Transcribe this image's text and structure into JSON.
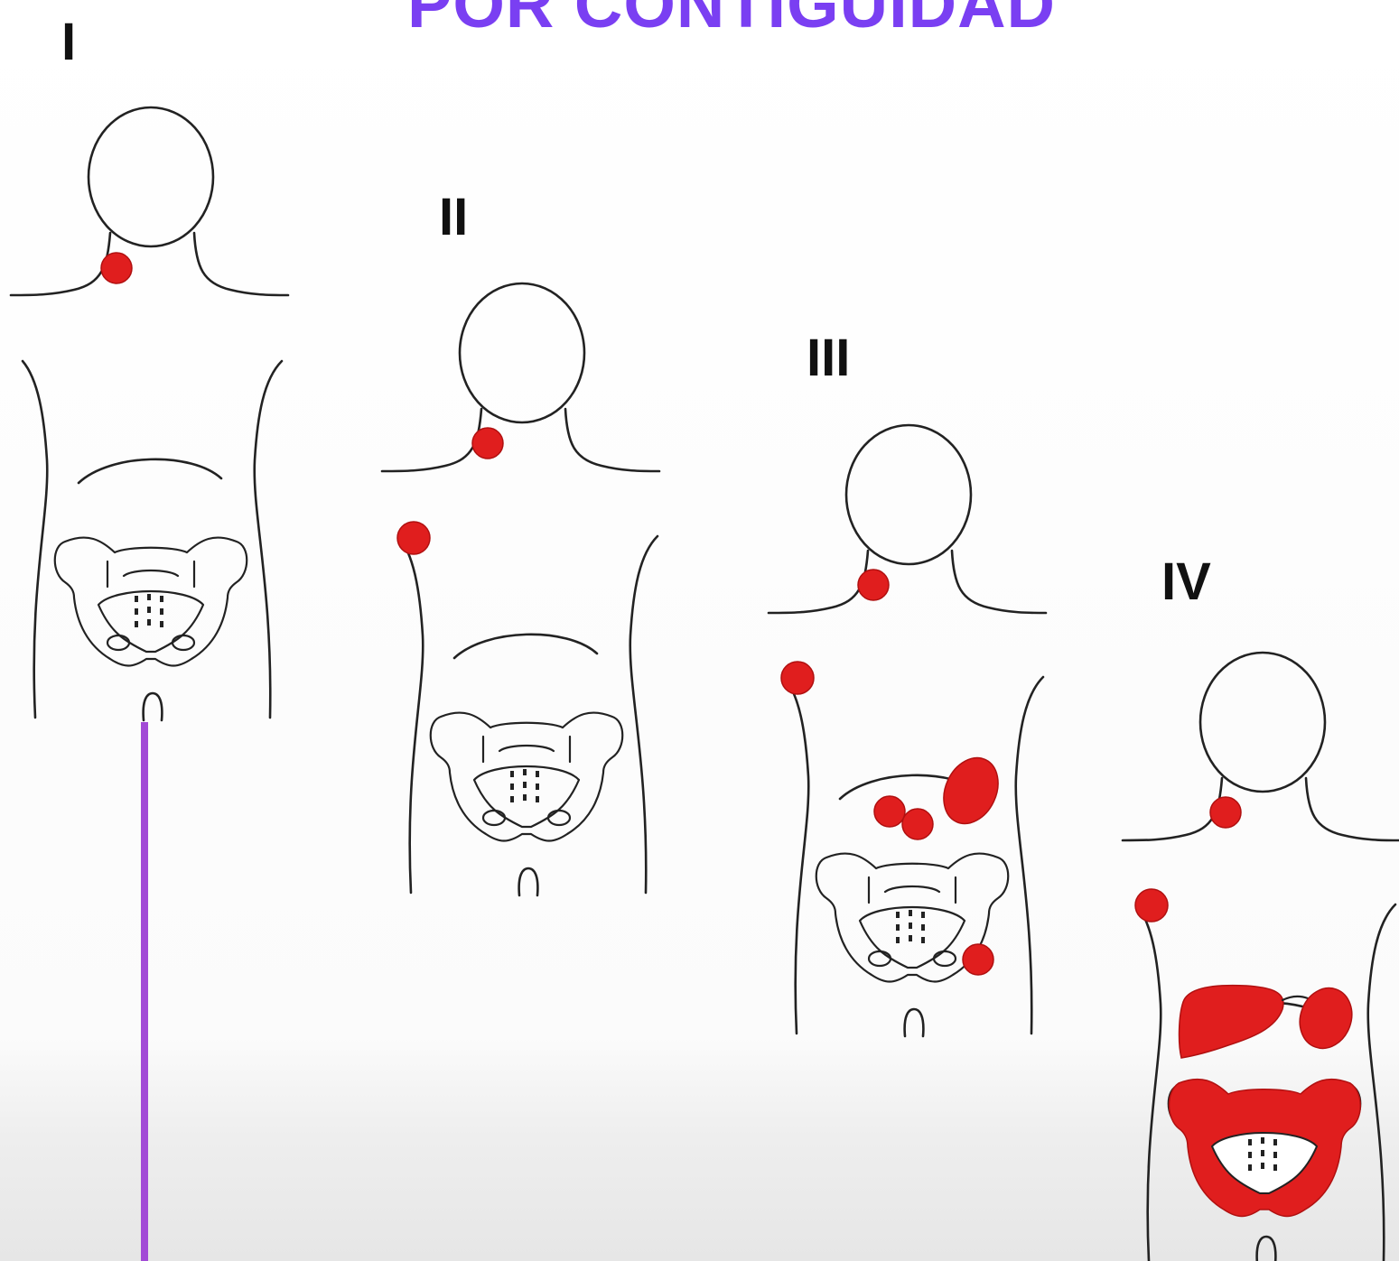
{
  "title": "POR CONTIGUIDAD",
  "stages": [
    {
      "label": "I"
    },
    {
      "label": "II"
    },
    {
      "label": "III"
    },
    {
      "label": "IV"
    }
  ],
  "colors": {
    "title": "#7a3ff2",
    "lesion": "#e01e1e",
    "outline": "#222222",
    "accent_line": "#a24bd6"
  }
}
